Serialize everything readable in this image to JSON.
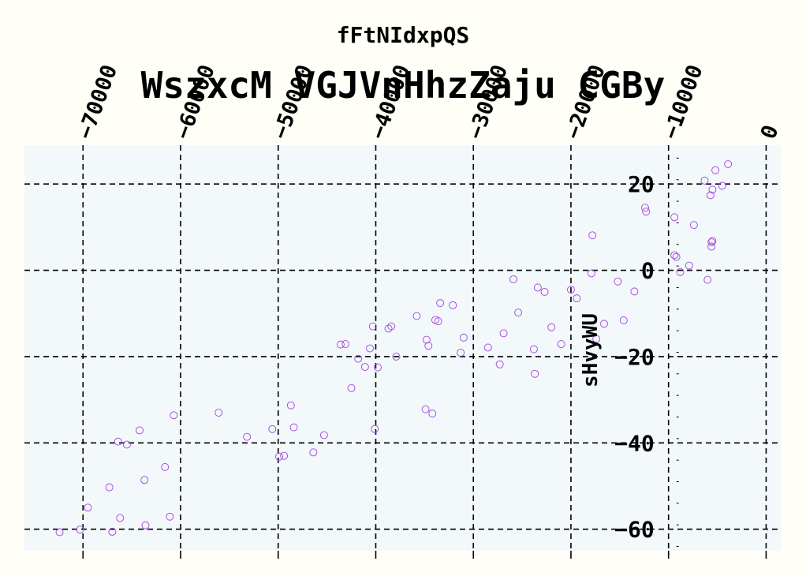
{
  "chart_data": {
    "type": "scatter",
    "suptitle": "fFtNIdxpQS",
    "title": "WszxcM VGJVnHhzZaju CGBy",
    "xlabel": "",
    "ylabel": "sHvyWU",
    "xlim": [
      -76000,
      1500
    ],
    "ylim": [
      -65,
      29
    ],
    "x_ticks": [
      -70000,
      -60000,
      -50000,
      -40000,
      -30000,
      -20000,
      -10000,
      0
    ],
    "x_tick_labels": [
      "−70000",
      "−60000",
      "−50000",
      "−40000",
      "−30000",
      "−20000",
      "−10000",
      "0"
    ],
    "y_ticks": [
      20,
      0,
      -20,
      -40,
      -60
    ],
    "y_tick_labels": [
      "20",
      "0",
      "−20",
      "−40",
      "−60"
    ],
    "x_axis_position": "top",
    "y_axis_position": "x = -10000",
    "grid": true,
    "marker_color": "#a040e0",
    "plot_background": "#f3f8fa",
    "page_background": "#fffff7",
    "series": [
      {
        "values": [
          [
            -72400,
            -60.7
          ],
          [
            -70300,
            -60.1
          ],
          [
            -69500,
            -55.0
          ],
          [
            -67300,
            -50.3
          ],
          [
            -67000,
            -60.6
          ],
          [
            -66400,
            -39.7
          ],
          [
            -66200,
            -57.4
          ],
          [
            -65500,
            -40.4
          ],
          [
            -64200,
            -37.1
          ],
          [
            -63700,
            -48.6
          ],
          [
            -63600,
            -59.1
          ],
          [
            -61600,
            -45.6
          ],
          [
            -61100,
            -57.1
          ],
          [
            -60700,
            -33.6
          ],
          [
            -56100,
            -33.0
          ],
          [
            -53200,
            -38.6
          ],
          [
            -50600,
            -36.8
          ],
          [
            -49900,
            -43.2
          ],
          [
            -49400,
            -43.0
          ],
          [
            -48700,
            -31.3
          ],
          [
            -48400,
            -36.4
          ],
          [
            -46400,
            -42.2
          ],
          [
            -45300,
            -38.2
          ],
          [
            -43600,
            -17.2
          ],
          [
            -43100,
            -17.1
          ],
          [
            -42500,
            -27.3
          ],
          [
            -41800,
            -20.5
          ],
          [
            -41100,
            -22.4
          ],
          [
            -40600,
            -18.1
          ],
          [
            -40300,
            -13.0
          ],
          [
            -40100,
            -36.8
          ],
          [
            -39800,
            -22.5
          ],
          [
            -38700,
            -13.5
          ],
          [
            -38400,
            -13.0
          ],
          [
            -37900,
            -20.0
          ],
          [
            -35800,
            -10.6
          ],
          [
            -34900,
            -32.2
          ],
          [
            -34800,
            -16.1
          ],
          [
            -34600,
            -17.5
          ],
          [
            -34200,
            -33.2
          ],
          [
            -33900,
            -11.5
          ],
          [
            -33600,
            -11.8
          ],
          [
            -33400,
            -7.6
          ],
          [
            -32100,
            -8.1
          ],
          [
            -31300,
            -19.1
          ],
          [
            -31000,
            -15.6
          ],
          [
            -28500,
            -17.9
          ],
          [
            -27300,
            -21.8
          ],
          [
            -26900,
            -14.6
          ],
          [
            -25900,
            -2.1
          ],
          [
            -25400,
            -9.8
          ],
          [
            -23800,
            -18.3
          ],
          [
            -23700,
            -24.0
          ],
          [
            -23400,
            -4.0
          ],
          [
            -22700,
            -5.0
          ],
          [
            -22000,
            -13.2
          ],
          [
            -21000,
            -17.1
          ],
          [
            -20000,
            -4.5
          ],
          [
            -19400,
            -6.5
          ],
          [
            -17900,
            -0.7
          ],
          [
            -17800,
            8.1
          ],
          [
            -17400,
            -15.9
          ],
          [
            -16600,
            -12.4
          ],
          [
            -15200,
            -2.6
          ],
          [
            -14600,
            -11.6
          ],
          [
            -13500,
            -4.9
          ],
          [
            -12400,
            14.5
          ],
          [
            -12300,
            13.6
          ],
          [
            -9400,
            3.5
          ],
          [
            -9400,
            12.3
          ],
          [
            -9200,
            3.1
          ],
          [
            -8800,
            -0.4
          ],
          [
            -7900,
            1.1
          ],
          [
            -7400,
            10.5
          ],
          [
            -6300,
            20.8
          ],
          [
            -6000,
            -2.2
          ],
          [
            -5700,
            17.4
          ],
          [
            -5600,
            5.5
          ],
          [
            -5600,
            6.5
          ],
          [
            -5500,
            6.8
          ],
          [
            -5500,
            18.7
          ],
          [
            -5200,
            23.2
          ],
          [
            -4500,
            19.6
          ],
          [
            -3900,
            24.6
          ]
        ]
      }
    ]
  }
}
